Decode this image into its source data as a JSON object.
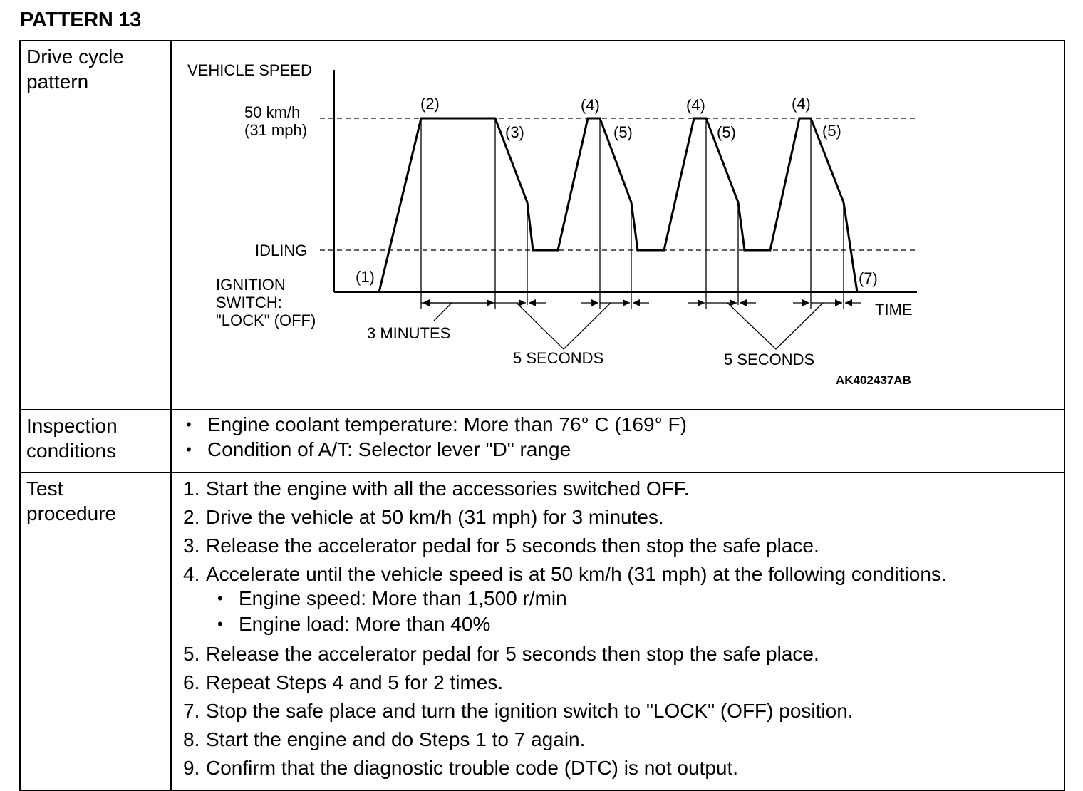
{
  "title": "PATTERN 13",
  "rows": {
    "drive": {
      "label": "Drive cycle\npattern"
    },
    "inspection": {
      "label": "Inspection\nconditions",
      "items": [
        "Engine coolant temperature: More than 76° C (169° F)",
        "Condition of A/T: Selector lever \"D\" range"
      ]
    },
    "test": {
      "label": "Test\nprocedure",
      "steps": [
        {
          "num": "1.",
          "text": "Start the engine with all the accessories switched OFF."
        },
        {
          "num": "2.",
          "text": "Drive the vehicle at 50 km/h (31 mph) for 3 minutes."
        },
        {
          "num": "3.",
          "text": "Release the accelerator pedal for 5 seconds then stop the safe place."
        },
        {
          "num": "4.",
          "text": "Accelerate until the vehicle speed is at 50 km/h (31 mph) at the following conditions."
        },
        {
          "num": "5.",
          "text": "Release the accelerator pedal for 5 seconds then stop the safe place."
        },
        {
          "num": "6.",
          "text": "Repeat Steps 4 and 5 for 2 times."
        },
        {
          "num": "7.",
          "text": "Stop the safe place and turn the ignition switch to \"LOCK\" (OFF) position."
        },
        {
          "num": "8.",
          "text": "Start the engine and do Steps 1 to 7 again."
        },
        {
          "num": "9.",
          "text": "Confirm that the diagnostic trouble code (DTC) is not output."
        }
      ],
      "step4_sub": [
        "Engine speed: More than 1,500 r/min",
        "Engine load: More than 40%"
      ]
    }
  },
  "diagram": {
    "y_axis_label": "VEHICLE SPEED",
    "x_axis_label": "TIME",
    "speed_line_1": "50 km/h",
    "speed_line_2": "(31 mph)",
    "idling_label": "IDLING",
    "ignition_1": "IGNITION",
    "ignition_2": "SWITCH:",
    "ignition_3": "\"LOCK\" (OFF)",
    "duration_3min": "3 MINUTES",
    "duration_5sec_a": "5 SECONDS",
    "duration_5sec_b": "5 SECONDS",
    "code": "AK402437AB",
    "markers": {
      "m1": "(1)",
      "m2": "(2)",
      "m3": "(3)",
      "m4a": "(4)",
      "m5a": "(5)",
      "m4b": "(4)",
      "m5b": "(5)",
      "m4c": "(4)",
      "m5c": "(5)",
      "m7": "(7)"
    }
  }
}
